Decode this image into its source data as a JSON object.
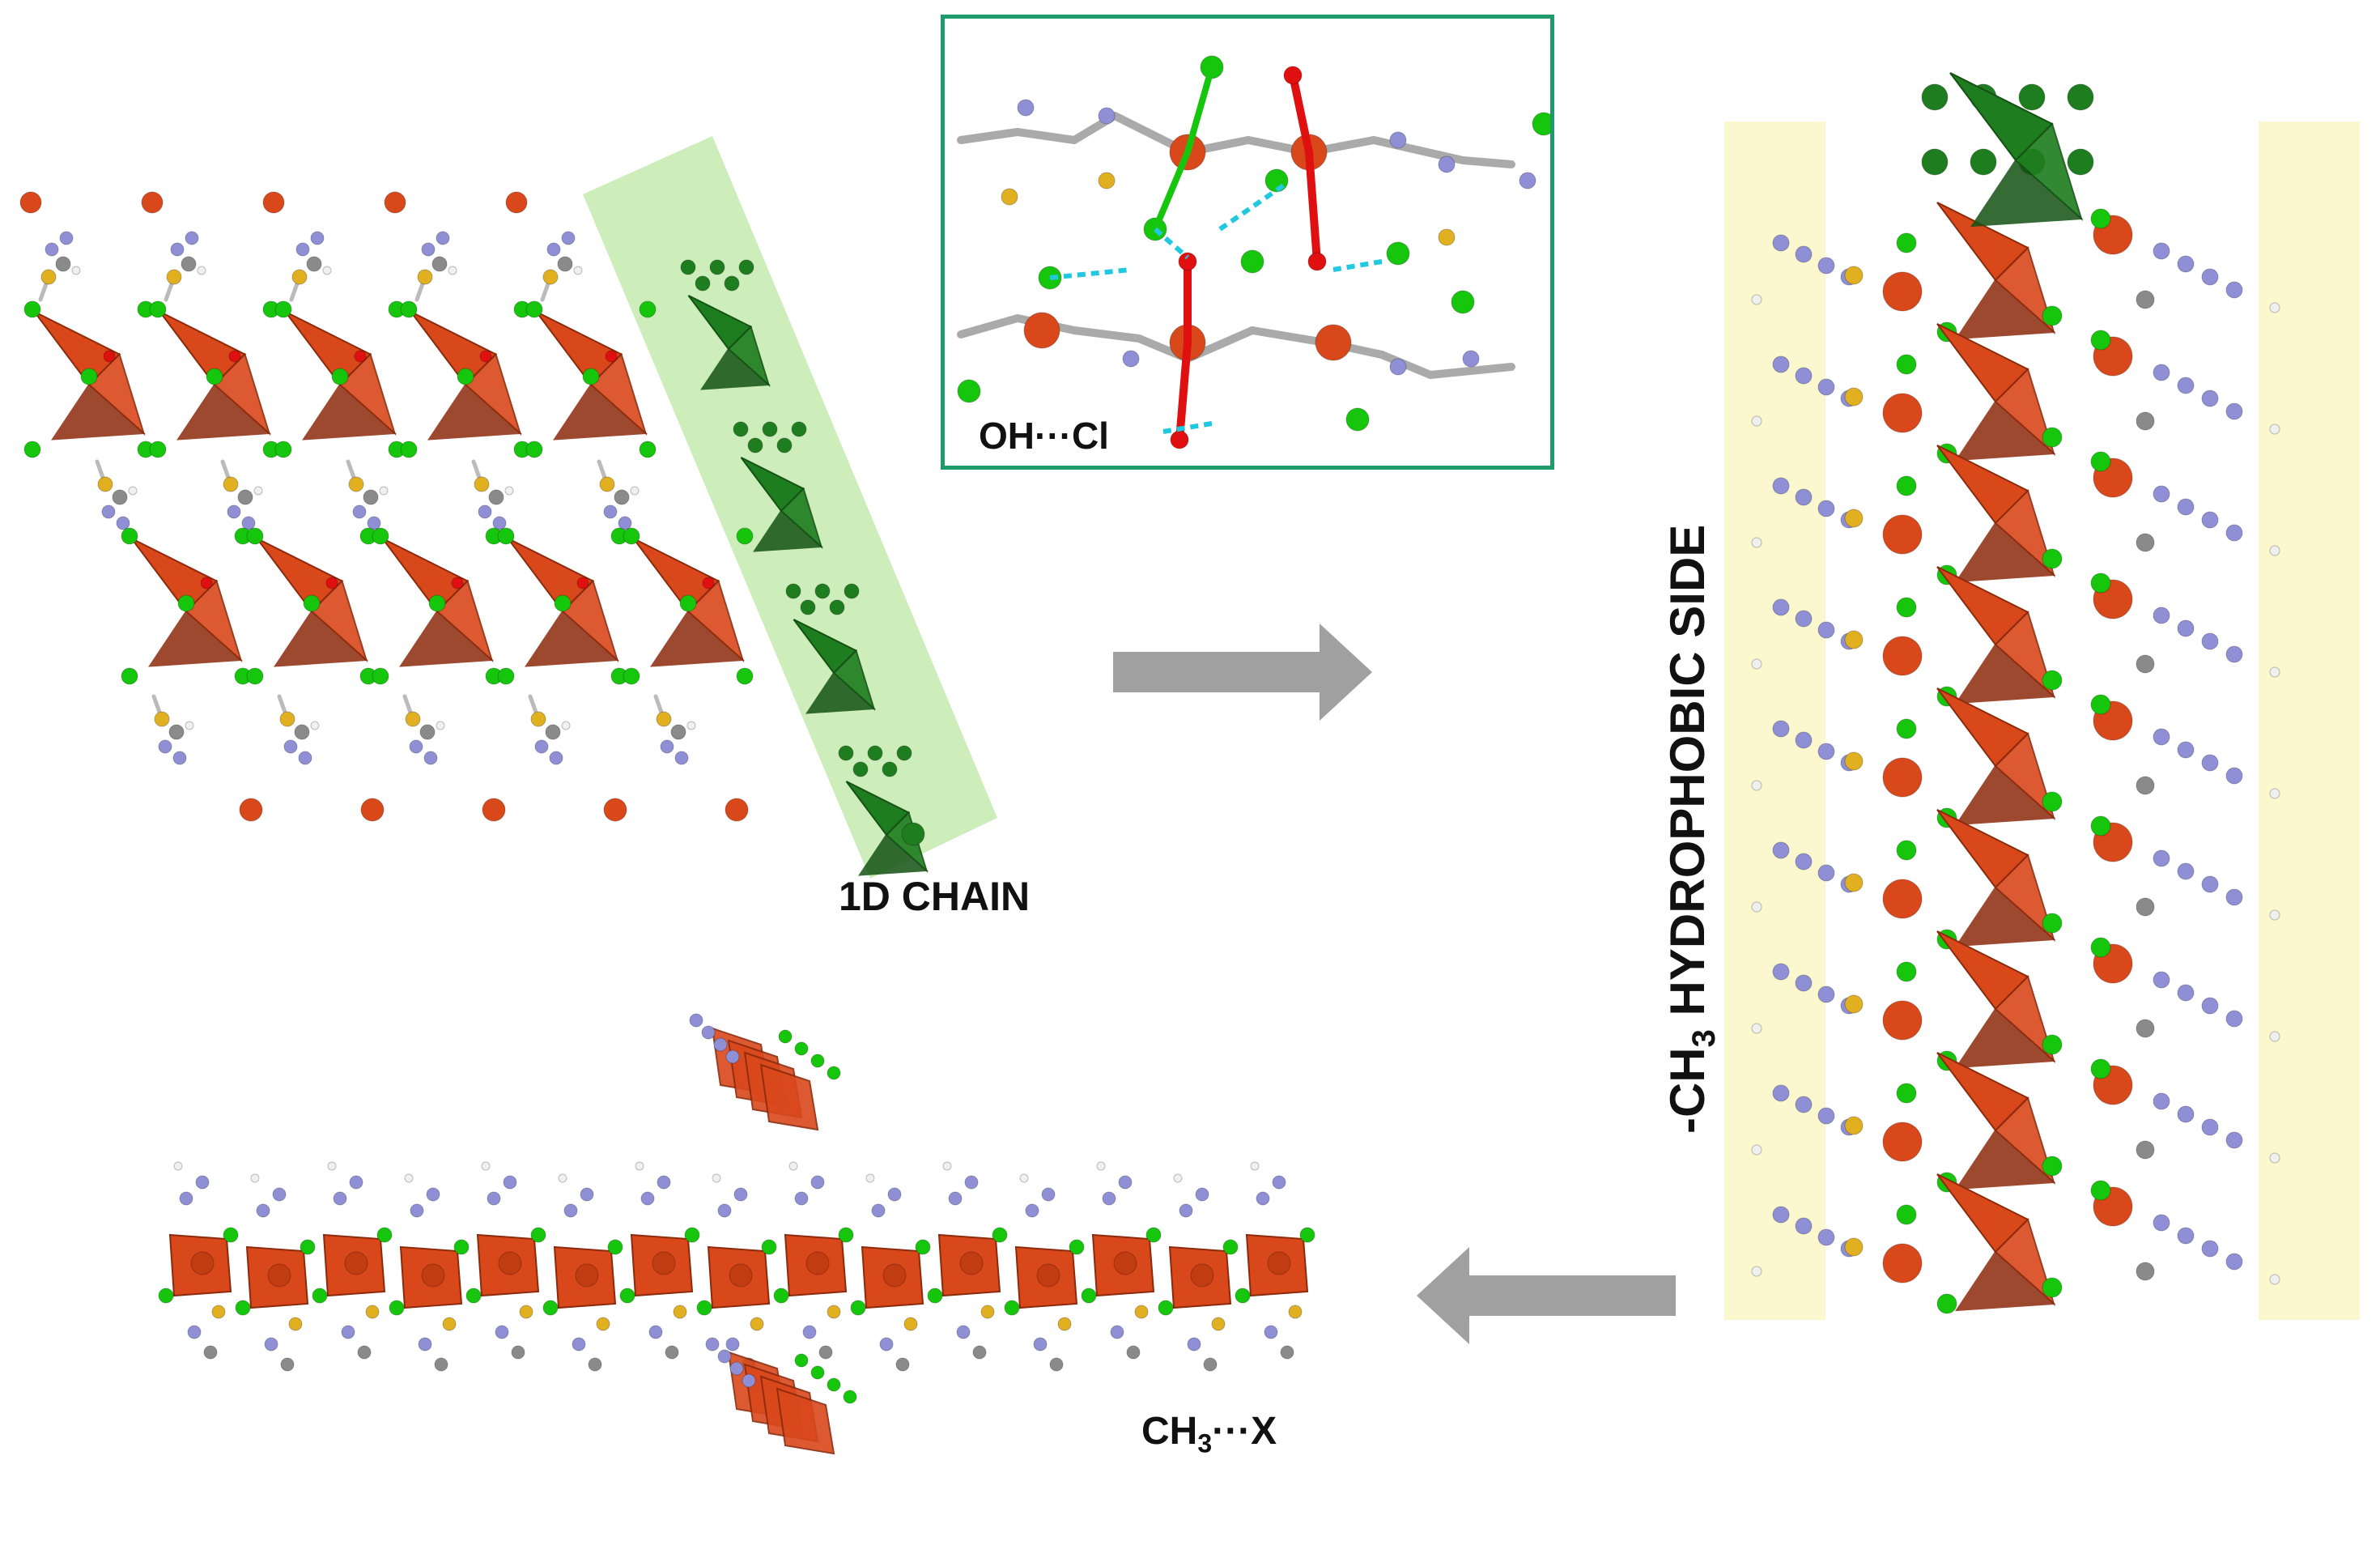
{
  "labels": {
    "chain": "1D CHAIN",
    "inset": "OH···Cl",
    "side_prefix": "-CH",
    "side_sub": "3",
    "side_suffix": " HYDROPHOBIC SIDE",
    "bottom_prefix": "CH",
    "bottom_sub": "3",
    "bottom_suffix": "···X"
  },
  "colors": {
    "metal_polyhedron": "#d9481b",
    "metal_dark": "#8c2a0c",
    "chlorine": "#16c60c",
    "nitrogen": "#8f8fd6",
    "carbon": "#8a8a8a",
    "sulfur": "#e0b020",
    "oxygen": "#e01010",
    "hydrogen": "#f0f0f0",
    "highlight_chain": "#1e7d1e",
    "highlight_band": "#c8ebb4",
    "hydrophobic_band": "#fbf7cf",
    "hbond": "#20c8e0",
    "arrow": "#a0a0a0",
    "inset_border": "#1f9a6b"
  }
}
